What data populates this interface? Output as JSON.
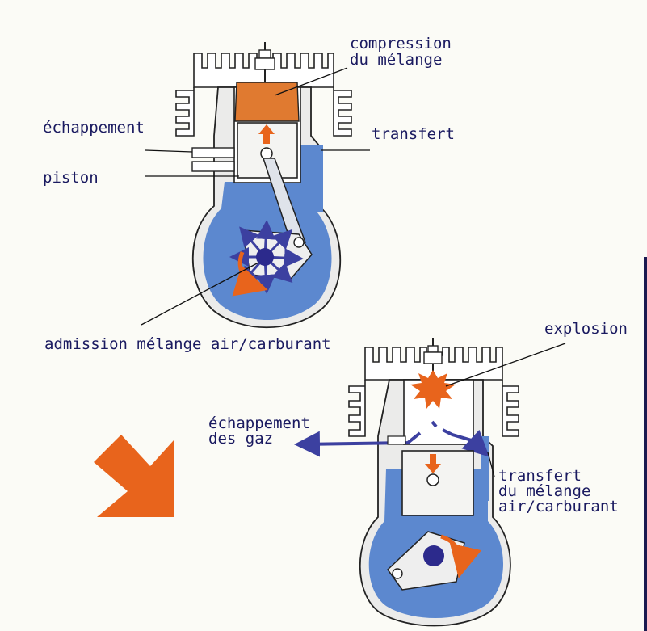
{
  "colors": {
    "background": "#fbfbf6",
    "mixture_blue": "#5c88cf",
    "flow_arrow_blue": "#3c40a0",
    "compression_orange": "#e07a30",
    "explosion_orange": "#e8641c",
    "label_text": "#1a1a60"
  },
  "top_engine": {
    "labels": {
      "compression": "compression",
      "compression_2": "du mélange",
      "echappement": "échappement",
      "transfert": "transfert",
      "piston": "piston",
      "admission": "admission mélange air/carburant"
    },
    "icons": [
      "spark-plug-icon",
      "up-arrow-icon",
      "rotation-arrow-icon",
      "intake-burst-arrows-icon"
    ]
  },
  "bottom_engine": {
    "labels": {
      "explosion": "explosion",
      "echappement_1": "échappement",
      "echappement_2": "des gaz",
      "transfert_1": "transfert",
      "transfert_2": "du mélange",
      "transfert_3": "air/carburant"
    },
    "icons": [
      "spark-plug-icon",
      "explosion-burst-icon",
      "down-arrow-icon",
      "rotation-arrow-icon",
      "exhaust-flow-arrow-icon"
    ]
  },
  "transition_arrow": {
    "icon": "diagonal-arrow-icon",
    "direction": "down-right"
  }
}
